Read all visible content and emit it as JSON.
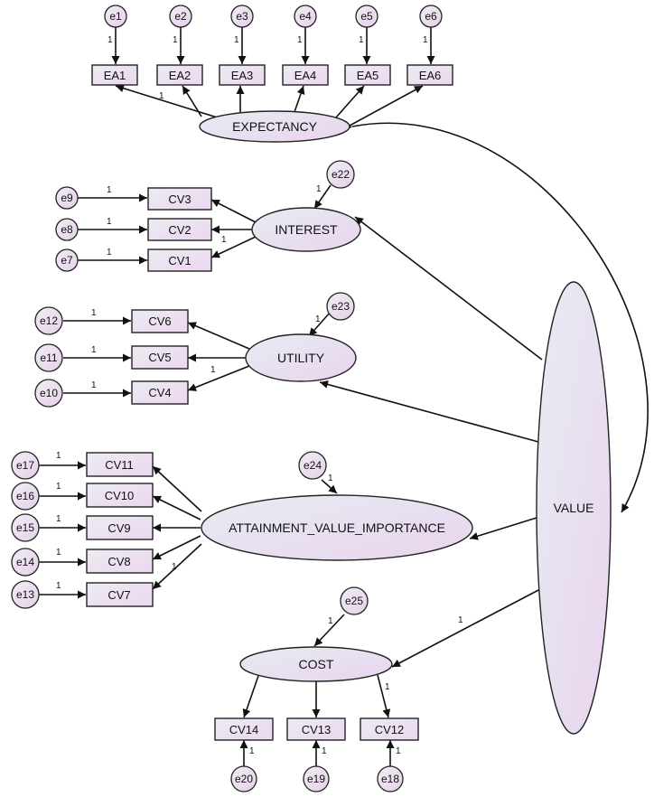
{
  "latents": {
    "expectancy": "EXPECTANCY",
    "interest": "INTEREST",
    "utility": "UTILITY",
    "attainment": "ATTAINMENT_VALUE_IMPORTANCE",
    "cost": "COST",
    "value": "VALUE"
  },
  "observed": {
    "EA1": "EA1",
    "EA2": "EA2",
    "EA3": "EA3",
    "EA4": "EA4",
    "EA5": "EA5",
    "EA6": "EA6",
    "CV1": "CV1",
    "CV2": "CV2",
    "CV3": "CV3",
    "CV4": "CV4",
    "CV5": "CV5",
    "CV6": "CV6",
    "CV7": "CV7",
    "CV8": "CV8",
    "CV9": "CV9",
    "CV10": "CV10",
    "CV11": "CV11",
    "CV12": "CV12",
    "CV13": "CV13",
    "CV14": "CV14"
  },
  "errors": {
    "e1": "e1",
    "e2": "e2",
    "e3": "e3",
    "e4": "e4",
    "e5": "e5",
    "e6": "e6",
    "e7": "e7",
    "e8": "e8",
    "e9": "e9",
    "e10": "e10",
    "e11": "e11",
    "e12": "e12",
    "e13": "e13",
    "e14": "e14",
    "e15": "e15",
    "e16": "e16",
    "e17": "e17",
    "e18": "e18",
    "e19": "e19",
    "e20": "e20",
    "e22": "e22",
    "e23": "e23",
    "e24": "e24",
    "e25": "e25"
  },
  "weight": "1",
  "colors": {
    "node_fill_start": "#e8e8ef",
    "node_fill_end": "#efd9f1",
    "stroke": "#222222"
  }
}
